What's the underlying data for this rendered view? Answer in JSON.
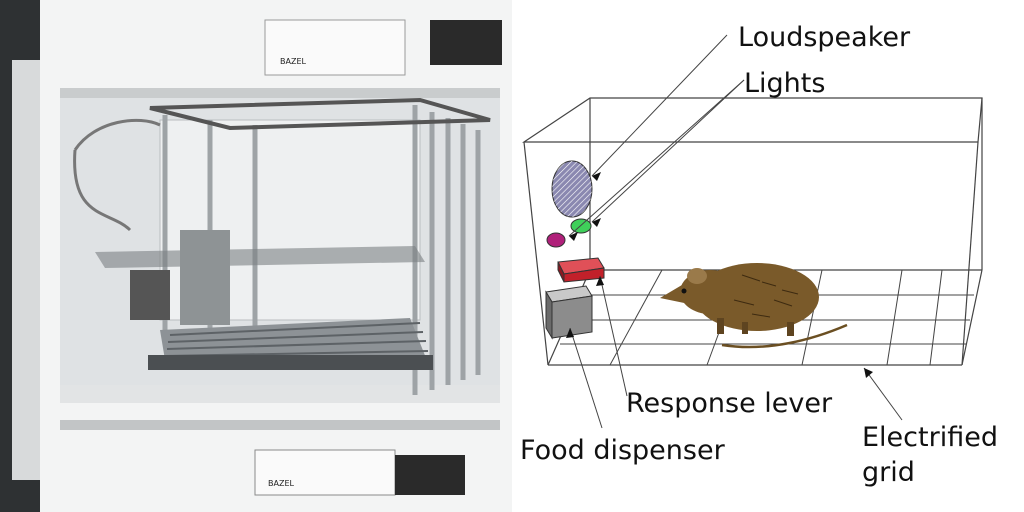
{
  "photo": {
    "device_brand_top": "BAZEL",
    "device_brand_bottom": "BAZEL"
  },
  "diagram": {
    "labels": {
      "loudspeaker": "Loudspeaker",
      "lights": "Lights",
      "response_lever": "Response lever",
      "food_dispenser": "Food dispenser",
      "electrified_grid_line1": "Electrified",
      "electrified_grid_line2": "grid"
    },
    "colors": {
      "speaker": "#8a88b0",
      "light_green": "#3fd05a",
      "light_magenta": "#b0207a",
      "lever_red": "#c2202a",
      "dispenser_gray": "#8c8c8c",
      "rat": "#7a5a2a"
    }
  }
}
